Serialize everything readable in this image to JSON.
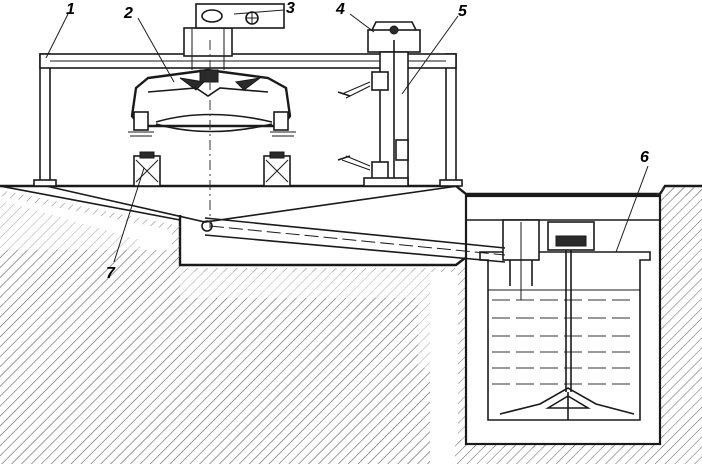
{
  "figure": {
    "callouts": [
      {
        "id": "c1",
        "label": "1"
      },
      {
        "id": "c2",
        "label": "2"
      },
      {
        "id": "c3",
        "label": "3"
      },
      {
        "id": "c4",
        "label": "4"
      },
      {
        "id": "c5",
        "label": "5"
      },
      {
        "id": "c6",
        "label": "6"
      },
      {
        "id": "c7",
        "label": "7"
      }
    ]
  },
  "colors": {
    "line": "#1a1a1a",
    "hatch": "#6d6d6d",
    "background": "#ffffff"
  }
}
